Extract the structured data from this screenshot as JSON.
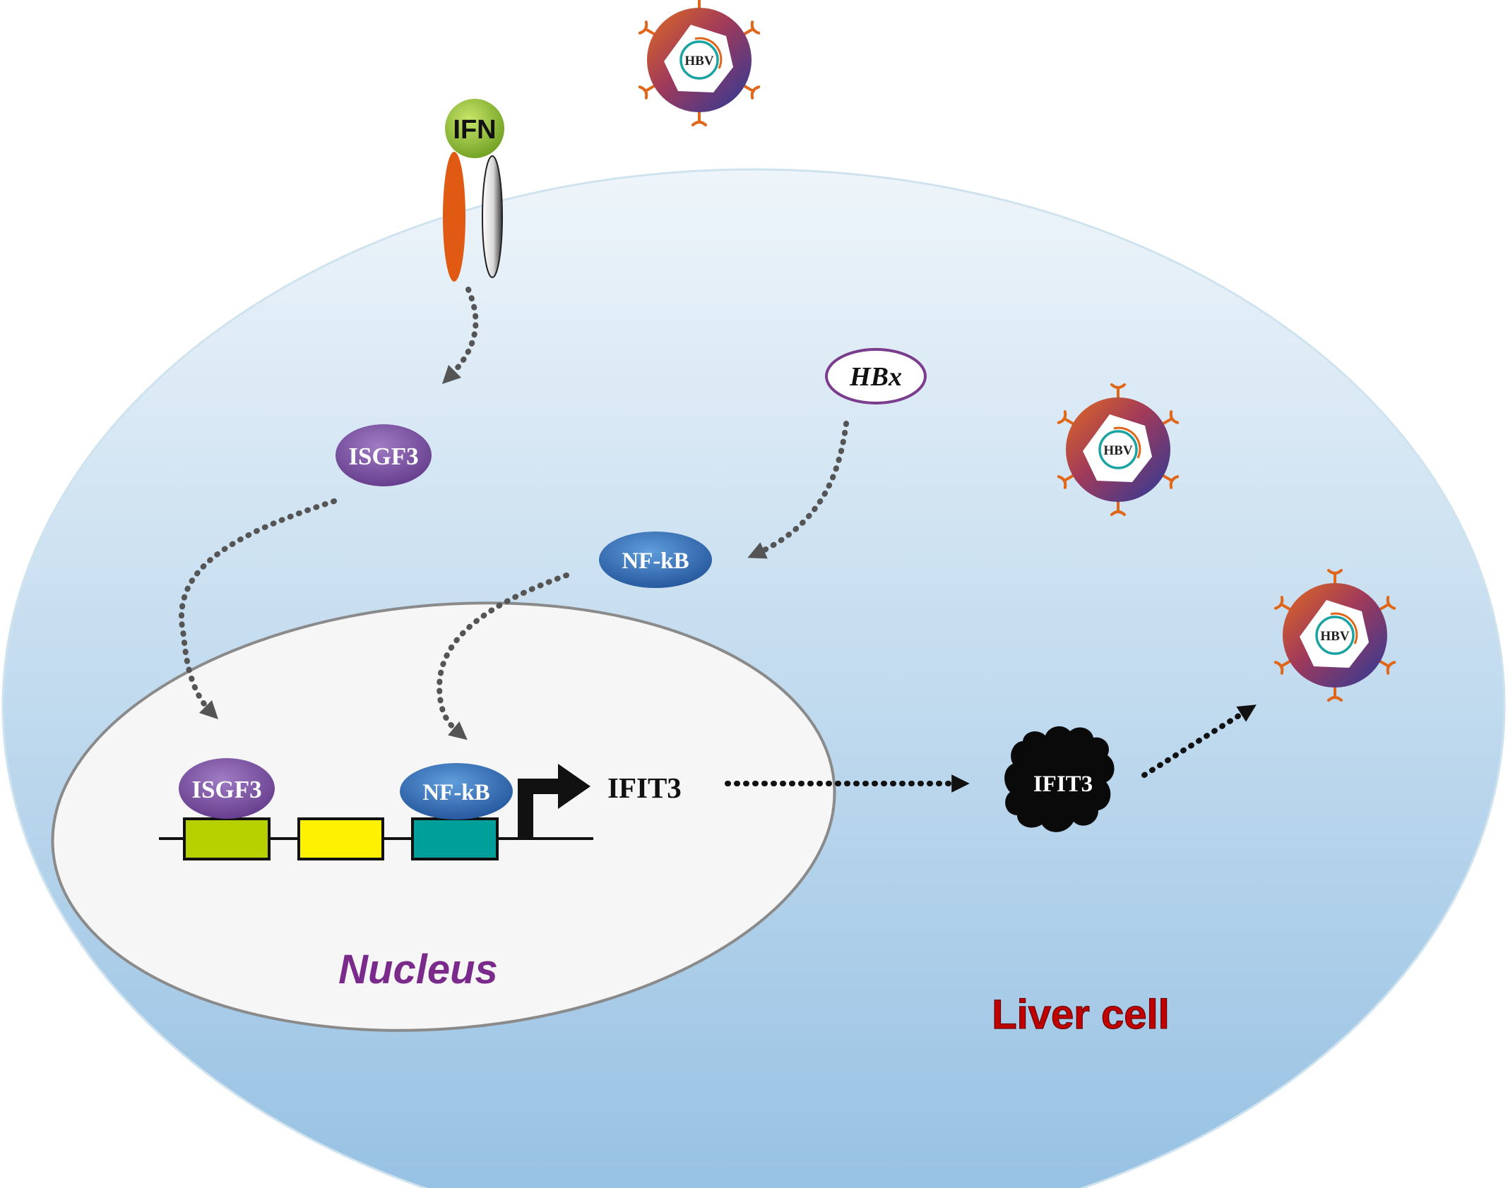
{
  "labels": {
    "ifn": "IFN",
    "isgf3_cyto": "ISGF3",
    "isgf3_nuc": "ISGF3",
    "hbx": "HBx",
    "nfkb_cyto": "NF-kB",
    "nfkb_nuc": "NF-kB",
    "ifit3_gene": "IFIT3",
    "ifit3_protein": "IFIT3",
    "nucleus": "Nucleus",
    "liver_cell": "Liver cell",
    "hbv": "HBV"
  },
  "colors": {
    "cell_top": "#e8f2f8",
    "cell_bottom": "#96c0e3",
    "nucleus_fill": "#f6f6f6",
    "isgf3": "#7a4a9e",
    "nfkb": "#2e6db4",
    "ifn_ball": "#8fbf3a",
    "receptor_orange": "#e05a14",
    "box_lime": "#b7d000",
    "box_yellow": "#fff200",
    "box_teal": "#009f9a",
    "nucleus_text": "#7a2a8a",
    "liver_text": "#c00000",
    "hbx_border": "#7a3d8e"
  }
}
